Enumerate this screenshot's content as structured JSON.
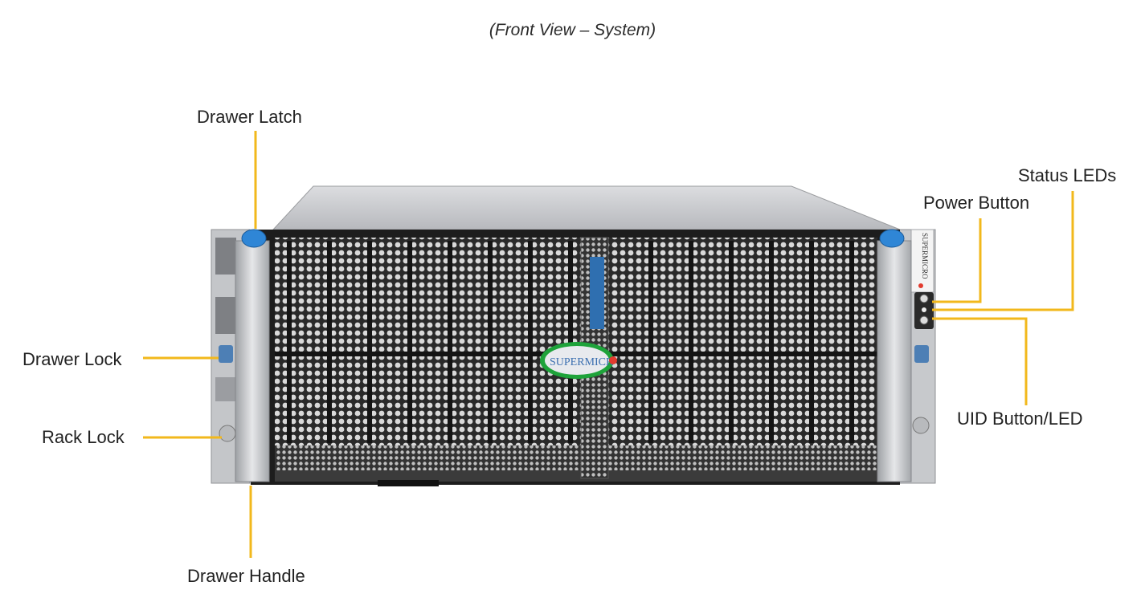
{
  "caption": "(Front View – System)",
  "brand_text": "SUPERMICR",
  "side_brand_text": "SUPERMICRO",
  "callouts": {
    "drawer_latch": "Drawer Latch",
    "status_leds": "Status LEDs",
    "power_button": "Power Button",
    "drawer_lock": "Drawer Lock",
    "rack_lock": "Rack Lock",
    "uid_button_led": "UID Button/LED",
    "drawer_handle": "Drawer Handle"
  },
  "colors": {
    "callout_line": "#f2b81c",
    "latch_blue": "#2f86d6",
    "badge_green": "#1ea33a",
    "led_red": "#e23b2e",
    "chassis_dark": "#1f1f1f",
    "chassis_silver": "#c7c9cc"
  }
}
